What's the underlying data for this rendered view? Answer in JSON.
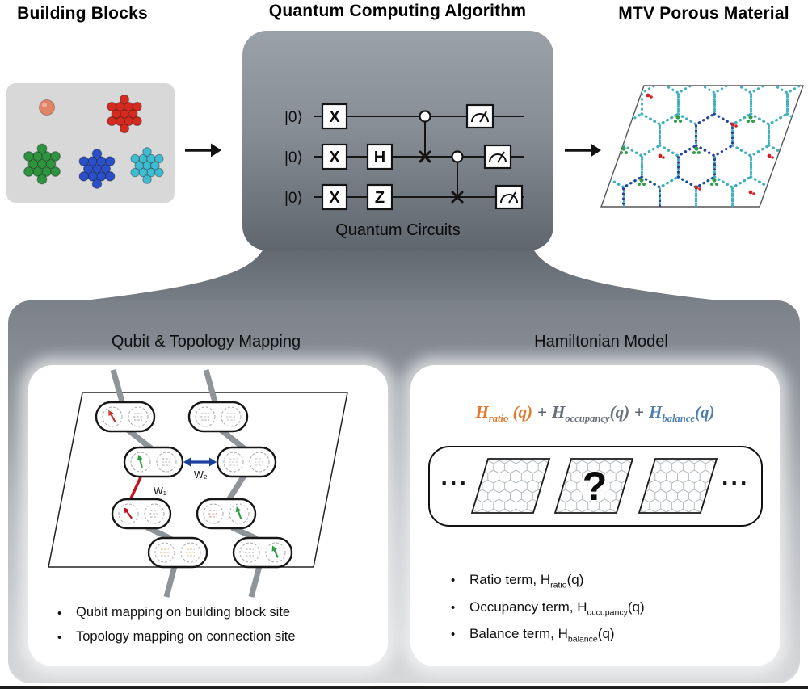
{
  "figure": {
    "building_blocks_title": "Building Blocks",
    "algorithm_title": "Quantum Computing Algorithm",
    "material_title": "MTV Porous Material"
  },
  "circuit": {
    "caption": "Quantum Circuits",
    "rows": [
      {
        "ket": "|0⟩",
        "gate1": "X"
      },
      {
        "ket": "|0⟩",
        "gate1": "X",
        "gate2": "H"
      },
      {
        "ket": "|0⟩",
        "gate1": "X",
        "gate2": "Z"
      }
    ]
  },
  "mapping": {
    "title": "Qubit & Topology Mapping",
    "weight1_label": "W₁",
    "weight2_label": "W₂",
    "bullets": [
      "Qubit mapping on building block site",
      "Topology mapping on connection site"
    ]
  },
  "hamiltonian": {
    "title": "Hamiltonian Model",
    "equation": {
      "term1": {
        "base": "H",
        "sub": "ratio",
        "args": " (q)"
      },
      "plus1": "+",
      "term2": {
        "base": "H",
        "sub": "occupancy",
        "args": "(q)"
      },
      "plus2": "+",
      "term3": {
        "base": "H",
        "sub": "balance",
        "args": "(q)"
      },
      "colors": {
        "term1": "#E2782A",
        "plus": "#5C646E",
        "term2": "#67707A",
        "term3": "#4E7FB0"
      }
    },
    "ensemble": {
      "left_dots": "···",
      "right_dots": "···",
      "question": "?"
    },
    "bullets": [
      {
        "pre": "Ratio term, H",
        "sub": "ratio",
        "post": "(q)"
      },
      {
        "pre": "Occupancy term, H",
        "sub": "occupancy",
        "post": "(q)"
      },
      {
        "pre": "Balance term, H",
        "sub": "balance",
        "post": "(q)"
      }
    ]
  },
  "palette": {
    "teal_linker": "#3FB0BC",
    "navy_linker": "#2B3F9E",
    "green_linker": "#2F9E44",
    "red_node": "#CC2222",
    "w1_bond_red": "#C1121F",
    "w2_bond_blue": "#1B3F9E",
    "cluster_red": "#D42A20",
    "cluster_green": "#2E9440",
    "cluster_blue": "#2B4FC8",
    "cluster_cyan": "#3FBCD2",
    "sphere_salmon": "#E08465"
  }
}
